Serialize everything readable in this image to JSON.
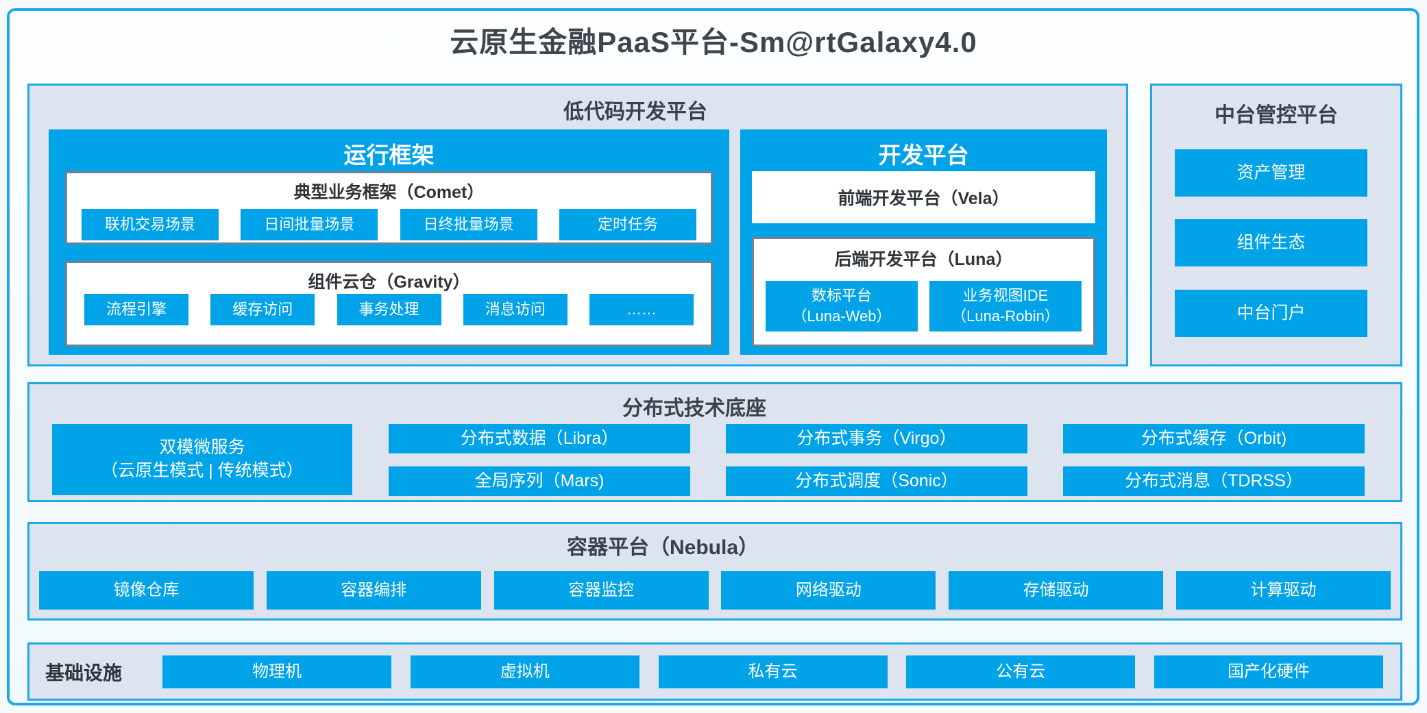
{
  "title": "云原生金融PaaS平台-Sm@rtGalaxy4.0",
  "colors": {
    "accent_blue": "#00a2e8",
    "border_blue": "#1ea9e6",
    "panel_fill": "#dde4f0",
    "inner_gray_border": "#75818e",
    "dark_text": "#3b4148"
  },
  "low_code": {
    "title": "低代码开发平台",
    "runtime": {
      "title": "运行框架",
      "comet": {
        "title": "典型业务框架（Comet）",
        "chips": [
          "联机交易场景",
          "日间批量场景",
          "日终批量场景",
          "定时任务"
        ]
      },
      "gravity": {
        "title": "组件云仓（Gravity）",
        "chips": [
          "流程引擎",
          "缓存访问",
          "事务处理",
          "消息访问",
          "……"
        ]
      }
    },
    "dev": {
      "title": "开发平台",
      "vela": "前端开发平台（Vela）",
      "luna": {
        "title": "后端开发平台（Luna）",
        "chips": [
          [
            "数标平台",
            "（Luna-Web）"
          ],
          [
            "业务视图IDE",
            "（Luna-Robin）"
          ]
        ]
      }
    }
  },
  "mid_platform": {
    "title": "中台管控平台",
    "buttons": [
      "资产管理",
      "组件生态",
      "中台门户"
    ]
  },
  "distributed": {
    "title": "分布式技术底座",
    "dual_mode": [
      "双模微服务",
      "（云原生模式 | 传统模式）"
    ],
    "rows": [
      [
        "分布式数据（Libra）",
        "分布式事务（Virgo）",
        "分布式缓存（Orbit)"
      ],
      [
        "全局序列（Mars)",
        "分布式调度（Sonic）",
        "分布式消息（TDRSS）"
      ]
    ]
  },
  "container_platform": {
    "title": "容器平台（Nebula）",
    "chips": [
      "镜像仓库",
      "容器编排",
      "容器监控",
      "网络驱动",
      "存储驱动",
      "计算驱动"
    ]
  },
  "infrastructure": {
    "title": "基础设施",
    "chips": [
      "物理机",
      "虚拟机",
      "私有云",
      "公有云",
      "国产化硬件"
    ]
  }
}
